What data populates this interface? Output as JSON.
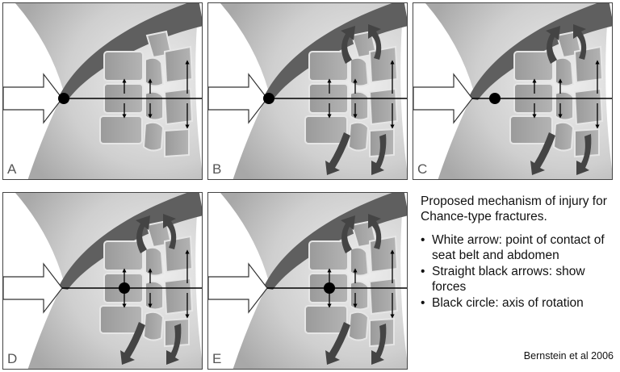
{
  "panels": [
    {
      "label": "A",
      "motion": "none",
      "axis": "contact"
    },
    {
      "label": "B",
      "motion": "flex",
      "axis": "contact"
    },
    {
      "label": "C",
      "motion": "flex",
      "axis": "front"
    },
    {
      "label": "D",
      "motion": "flex",
      "axis": "mid"
    },
    {
      "label": "E",
      "motion": "flex",
      "axis": "mid"
    }
  ],
  "caption": {
    "title": "Proposed mechanism of injury for Chance-type fractures.",
    "bullets": [
      "White arrow: point of contact of seat belt and abdomen",
      "Straight black arrows: show forces",
      "Black circle: axis of rotation"
    ]
  },
  "credit": "Bernstein et al 2006",
  "colors": {
    "belt": "#5f5f5f",
    "body": "#cfcfcf",
    "vertebra": "#a2a2a2",
    "outline": "#e9e9e9"
  }
}
